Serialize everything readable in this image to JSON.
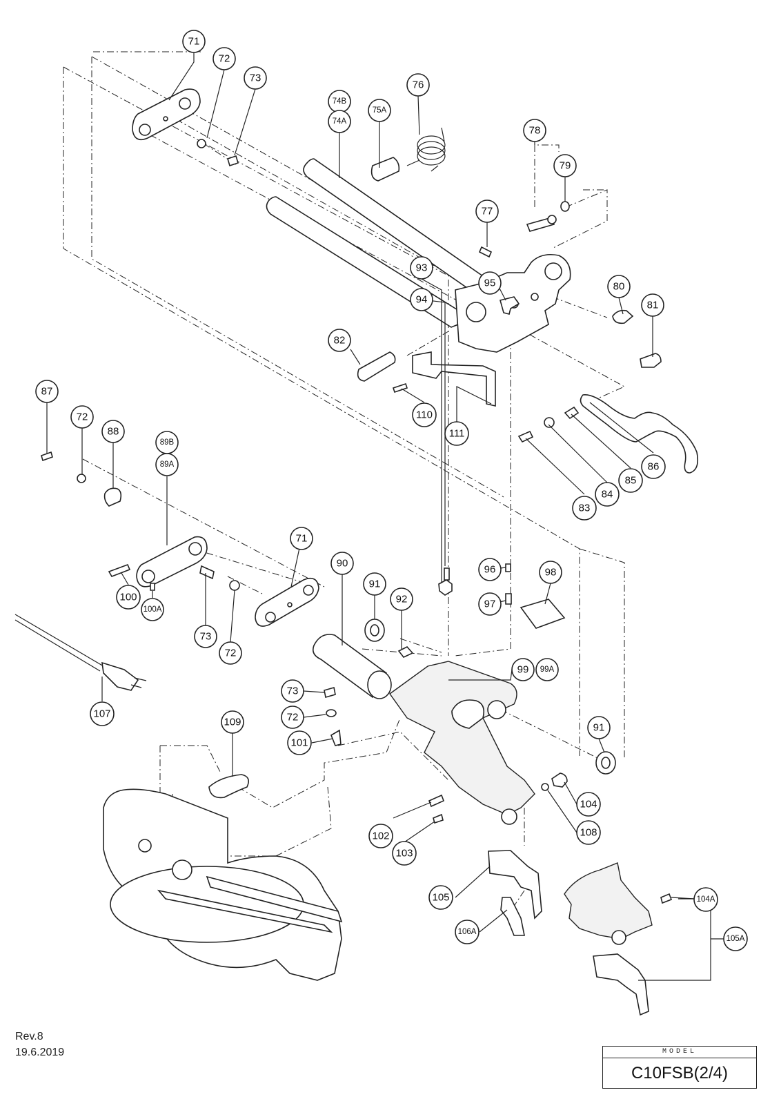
{
  "revision": "Rev.8",
  "date": "19.6.2019",
  "model_caption": "MODEL",
  "model_name": "C10FSB(2/4)",
  "callouts": [
    "71",
    "72",
    "73",
    "74B",
    "74A",
    "75A",
    "76",
    "77",
    "78",
    "79",
    "80",
    "81",
    "82",
    "110",
    "111",
    "83",
    "84",
    "85",
    "86",
    "87",
    "72",
    "88",
    "89B",
    "89A",
    "100",
    "100A",
    "73",
    "71",
    "72",
    "90",
    "91",
    "92",
    "93",
    "94",
    "95",
    "96",
    "97",
    "98",
    "99",
    "99A",
    "91",
    "107",
    "73",
    "72",
    "101",
    "109",
    "102",
    "103",
    "104",
    "108",
    "105",
    "106A",
    "104A",
    "105A"
  ]
}
